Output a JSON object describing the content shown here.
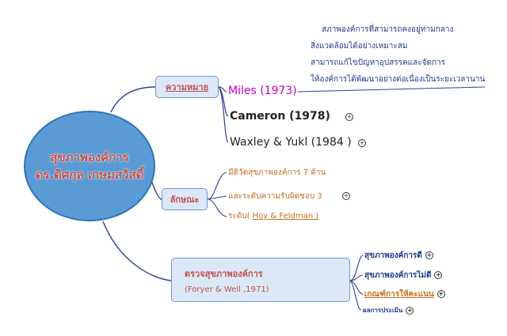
{
  "central": {
    "line1": "สุขภาพองค์การ",
    "line2": "ดร.ดิศกุล เกษมสวัสดิ์"
  },
  "branches": {
    "meaning": {
      "label": "ความหมาย",
      "authors": [
        {
          "name": "Miles (1973)",
          "color": "#c000c0"
        },
        {
          "name": "Cameron  (1978)",
          "color": "#222222"
        },
        {
          "name": "Waxley & Yukl (1984 )",
          "color": "#222222"
        }
      ],
      "definition_lines": [
        "สภาพองค์การที่สามารถคงอยู่ท่ามกลาง",
        "สิ่งแวดล้อมได้อย่างเหมาะสม",
        "สามารถแก้ไขปัญหาอุปสรรคและจัดการ",
        "ให้องค์การได้พัฒนาอย่างต่อเนื่องเป็นระยะเวลานาน"
      ]
    },
    "characteristics": {
      "label": "ลักษณะ",
      "items": [
        "มีติวัดสุขภาพองค์การ 7 ด้าน",
        "และระดับความรับผิดชอบ 3",
        "ระดับ( ",
        "Hoy & Feldman )"
      ]
    },
    "assessment": {
      "label": "ตรวจสุขภาพองค์การ",
      "sublabel": "(Foryer & Well ,1971)",
      "items": [
        "สุขภาพองค์การดี",
        "สุขภาพองค์การไม่ดี",
        "เกณฑ์การให้คะแนน",
        "ผลการประเมิน"
      ]
    }
  },
  "plus_symbol": "+",
  "colors": {
    "central_fill": "#5b9bd5",
    "topic_fill": "#dbe8f7",
    "connector": "#2f3f8f",
    "accent_red": "#c0504d",
    "accent_orange": "#c07020"
  }
}
